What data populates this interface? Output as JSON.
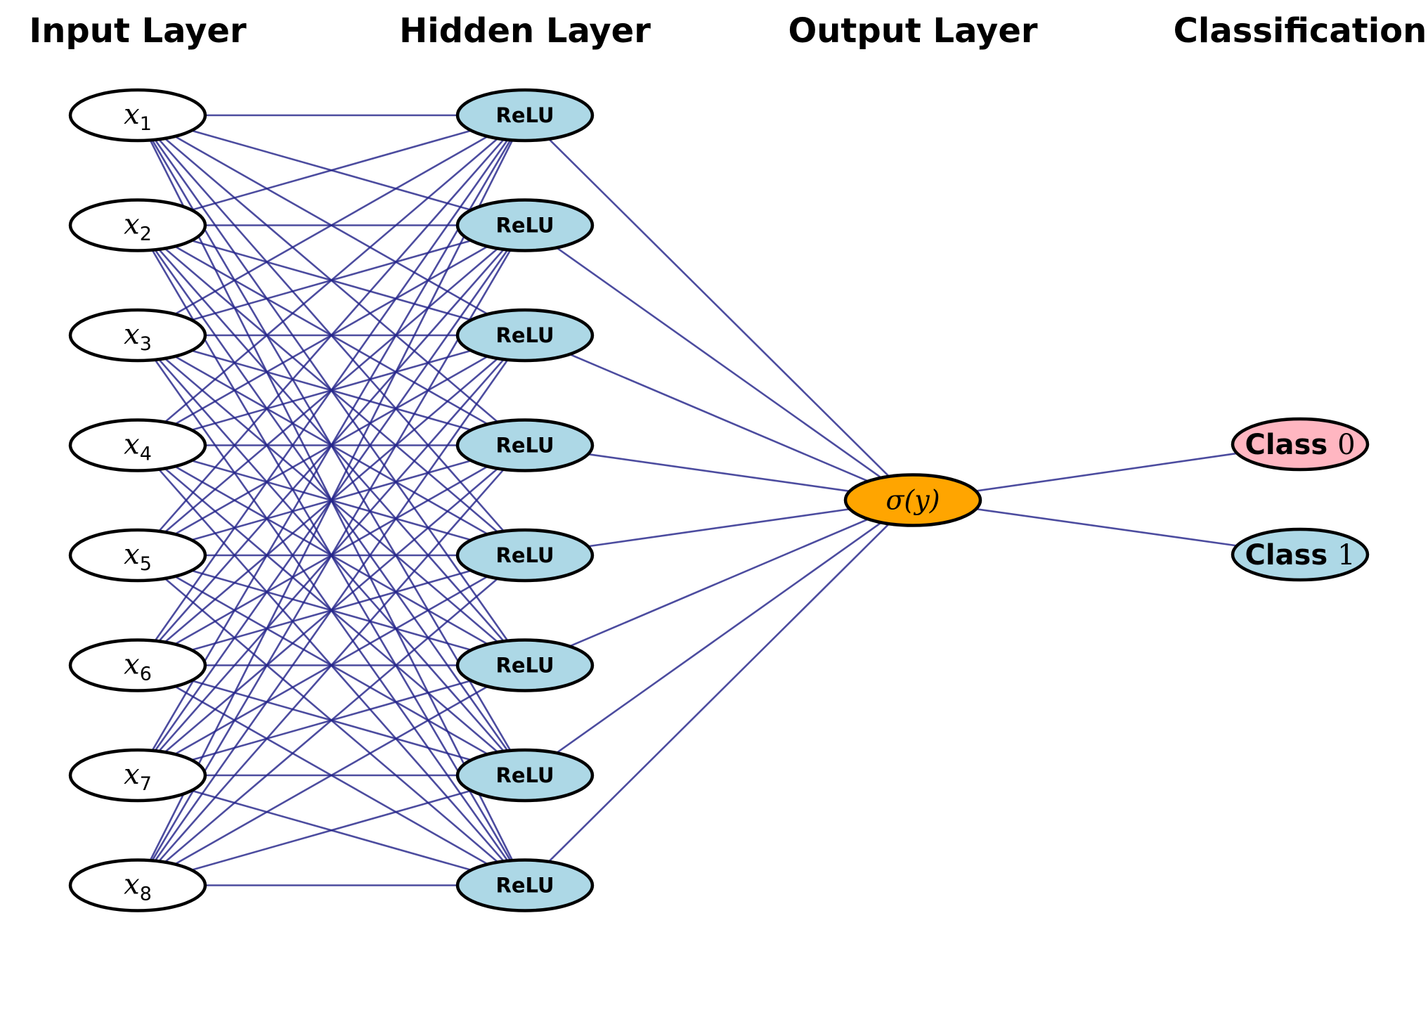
{
  "titles": {
    "input": "Input Layer",
    "hidden": "Hidden Layer",
    "output": "Output Layer",
    "classification": "Classification"
  },
  "input_nodes": [
    {
      "base": "x",
      "sub": "1"
    },
    {
      "base": "x",
      "sub": "2"
    },
    {
      "base": "x",
      "sub": "3"
    },
    {
      "base": "x",
      "sub": "4"
    },
    {
      "base": "x",
      "sub": "5"
    },
    {
      "base": "x",
      "sub": "6"
    },
    {
      "base": "x",
      "sub": "7"
    },
    {
      "base": "x",
      "sub": "8"
    }
  ],
  "hidden_nodes": [
    "ReLU",
    "ReLU",
    "ReLU",
    "ReLU",
    "ReLU",
    "ReLU",
    "ReLU",
    "ReLU"
  ],
  "output_node": {
    "label": "σ(y)"
  },
  "class_nodes": [
    {
      "word": "Class",
      "digit": "0",
      "color": "#ffb6c1"
    },
    {
      "word": "Class",
      "digit": "1",
      "color": "#add8e6"
    }
  ],
  "colors": {
    "input_fill": "#ffffff",
    "hidden_fill": "#add8e6",
    "output_fill": "#ffa500",
    "edge": "#24248a"
  }
}
